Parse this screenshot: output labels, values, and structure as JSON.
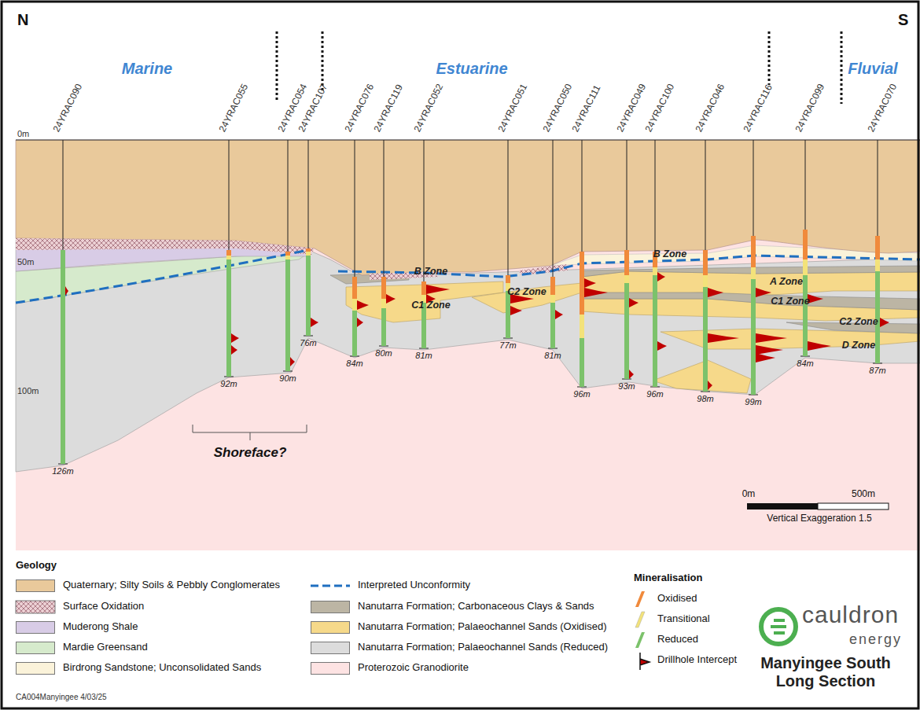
{
  "diagram": {
    "title": "Manyingee South Long Section",
    "labels": [
      "N",
      "S",
      "Marine",
      "Estuarine",
      "Fluvial",
      "24YRAC090",
      "24YRAC055",
      "24YRAC054",
      "24YRAC107",
      "24YRAC076",
      "24YRAC119",
      "24YRAC052",
      "24YRAC051",
      "24YRAC050",
      "24YRAC111",
      "24YRAC049",
      "24YRAC100",
      "24YRAC046",
      "24YRAC116",
      "24YRAC099",
      "24YRAC070",
      "0m",
      "50m",
      "100m",
      "126m",
      "92m",
      "90m",
      "76m",
      "84m",
      "80m",
      "81m",
      "77m",
      "81m",
      "96m",
      "93m",
      "96m",
      "98m",
      "99m",
      "84m",
      "87m",
      "B Zone",
      "C1 Zone",
      "C2 Zone",
      "B Zone",
      "A Zone",
      "C1 Zone",
      "C2 Zone",
      "D Zone",
      "Shoreface?",
      "0m",
      "500m",
      "Vertical Exaggeration 1.5",
      "Geology",
      "Mineralisation",
      "cauldron",
      "energy",
      "CA004Manyingee 4/03/25"
    ],
    "legend": [
      {
        "text": "Quaternary; Silty Soils & Pebbly Conglomerates",
        "color": "#e9c99b"
      },
      {
        "text": "Surface Oxidation"
      },
      {
        "text": "Muderong Shale",
        "color": "#d8cce6"
      },
      {
        "text": "Mardie Greensand",
        "color": "#d6eacc"
      },
      {
        "text": "Birdrong Sandstone; Unconsolidated Sands",
        "color": "#fbf3da"
      },
      {
        "text": "Interpreted Unconformity"
      },
      {
        "text": "Nanutarra Formation; Carbonaceous Clays & Sands",
        "color": "#bcb5a4"
      },
      {
        "text": "Nanutarra Formation; Palaeochannel Sands (Oxidised)",
        "color": "#f6d98a"
      },
      {
        "text": "Nanutarra Formation; Palaeochannel Sands (Reduced)",
        "color": "#dcdcdc"
      },
      {
        "text": "Proterozoic Granodiorite",
        "color": "#fde3e3"
      },
      {
        "text": "Oxidised"
      },
      {
        "text": "Transitional"
      },
      {
        "text": "Reduced"
      },
      {
        "text": "Drillhole Intercept"
      }
    ]
  }
}
